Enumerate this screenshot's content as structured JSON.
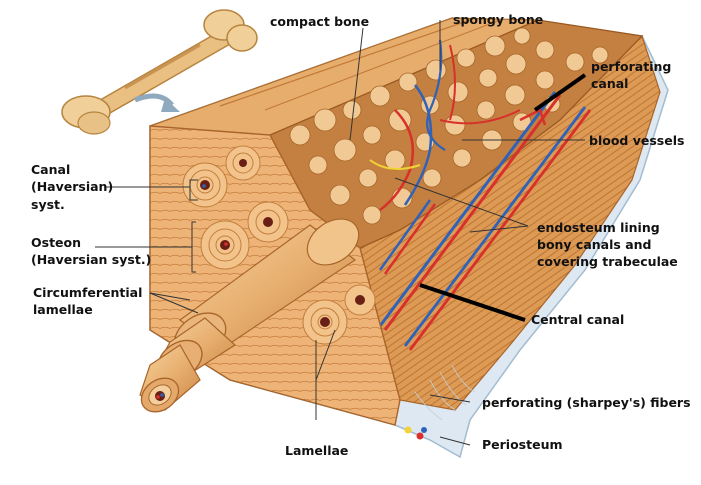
{
  "labels": {
    "compact_bone": "compact bone",
    "spongy_bone": "spongy bone",
    "perforating_canal_1": "perforating",
    "perforating_canal_2": "canal",
    "blood_vessels": "blood vessels",
    "canal_1": "Canal",
    "canal_2": "(Haversian)",
    "canal_3": "syst.",
    "osteon_1": "Osteon",
    "osteon_2": "(Haversian syst.)",
    "circumferential_1": "Circumferential",
    "circumferential_2": "lamellae",
    "endosteum_1": "endosteum lining",
    "endosteum_2": "bony canals and",
    "endosteum_3": "covering trabeculae",
    "central_canal": "Central canal",
    "perforating_fibers": "perforating (sharpey's) fibers",
    "periosteum": "Periosteum",
    "lamellae": "Lamellae"
  },
  "colors": {
    "bone_light": "#f0c089",
    "bone_mid": "#dd9650",
    "bone_dark": "#b86a2c",
    "spongy": "#c98345",
    "vessel_red": "#d8302a",
    "vessel_blue": "#2f62b8",
    "nerve_yellow": "#f2d335",
    "periosteum": "#dbe6f0"
  },
  "icons": [
    "bone-thumbnail-icon",
    "zoom-arrow-icon"
  ]
}
